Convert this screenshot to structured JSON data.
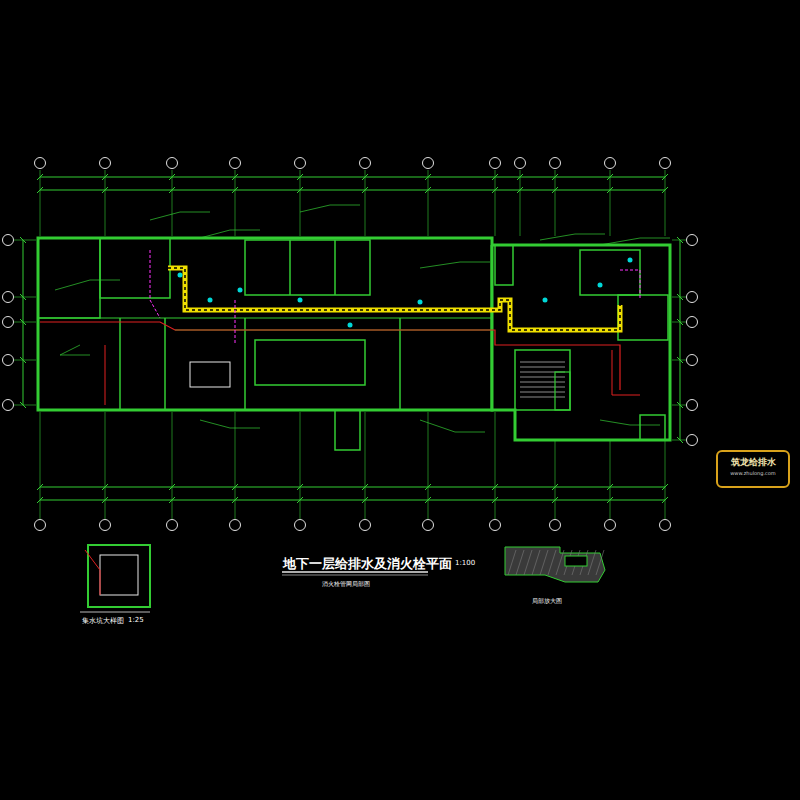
{
  "diagram": {
    "title": "地下一层给排水及消火栓平面",
    "nodes": [
      {
        "text": [
          "筑龙给排水",
          "www.zhulong.com"
        ]
      }
    ],
    "labels": [
      "1:100",
      "消火栓管网局部图",
      "集水坑大样图",
      "1:25",
      "局部放大图"
    ]
  }
}
